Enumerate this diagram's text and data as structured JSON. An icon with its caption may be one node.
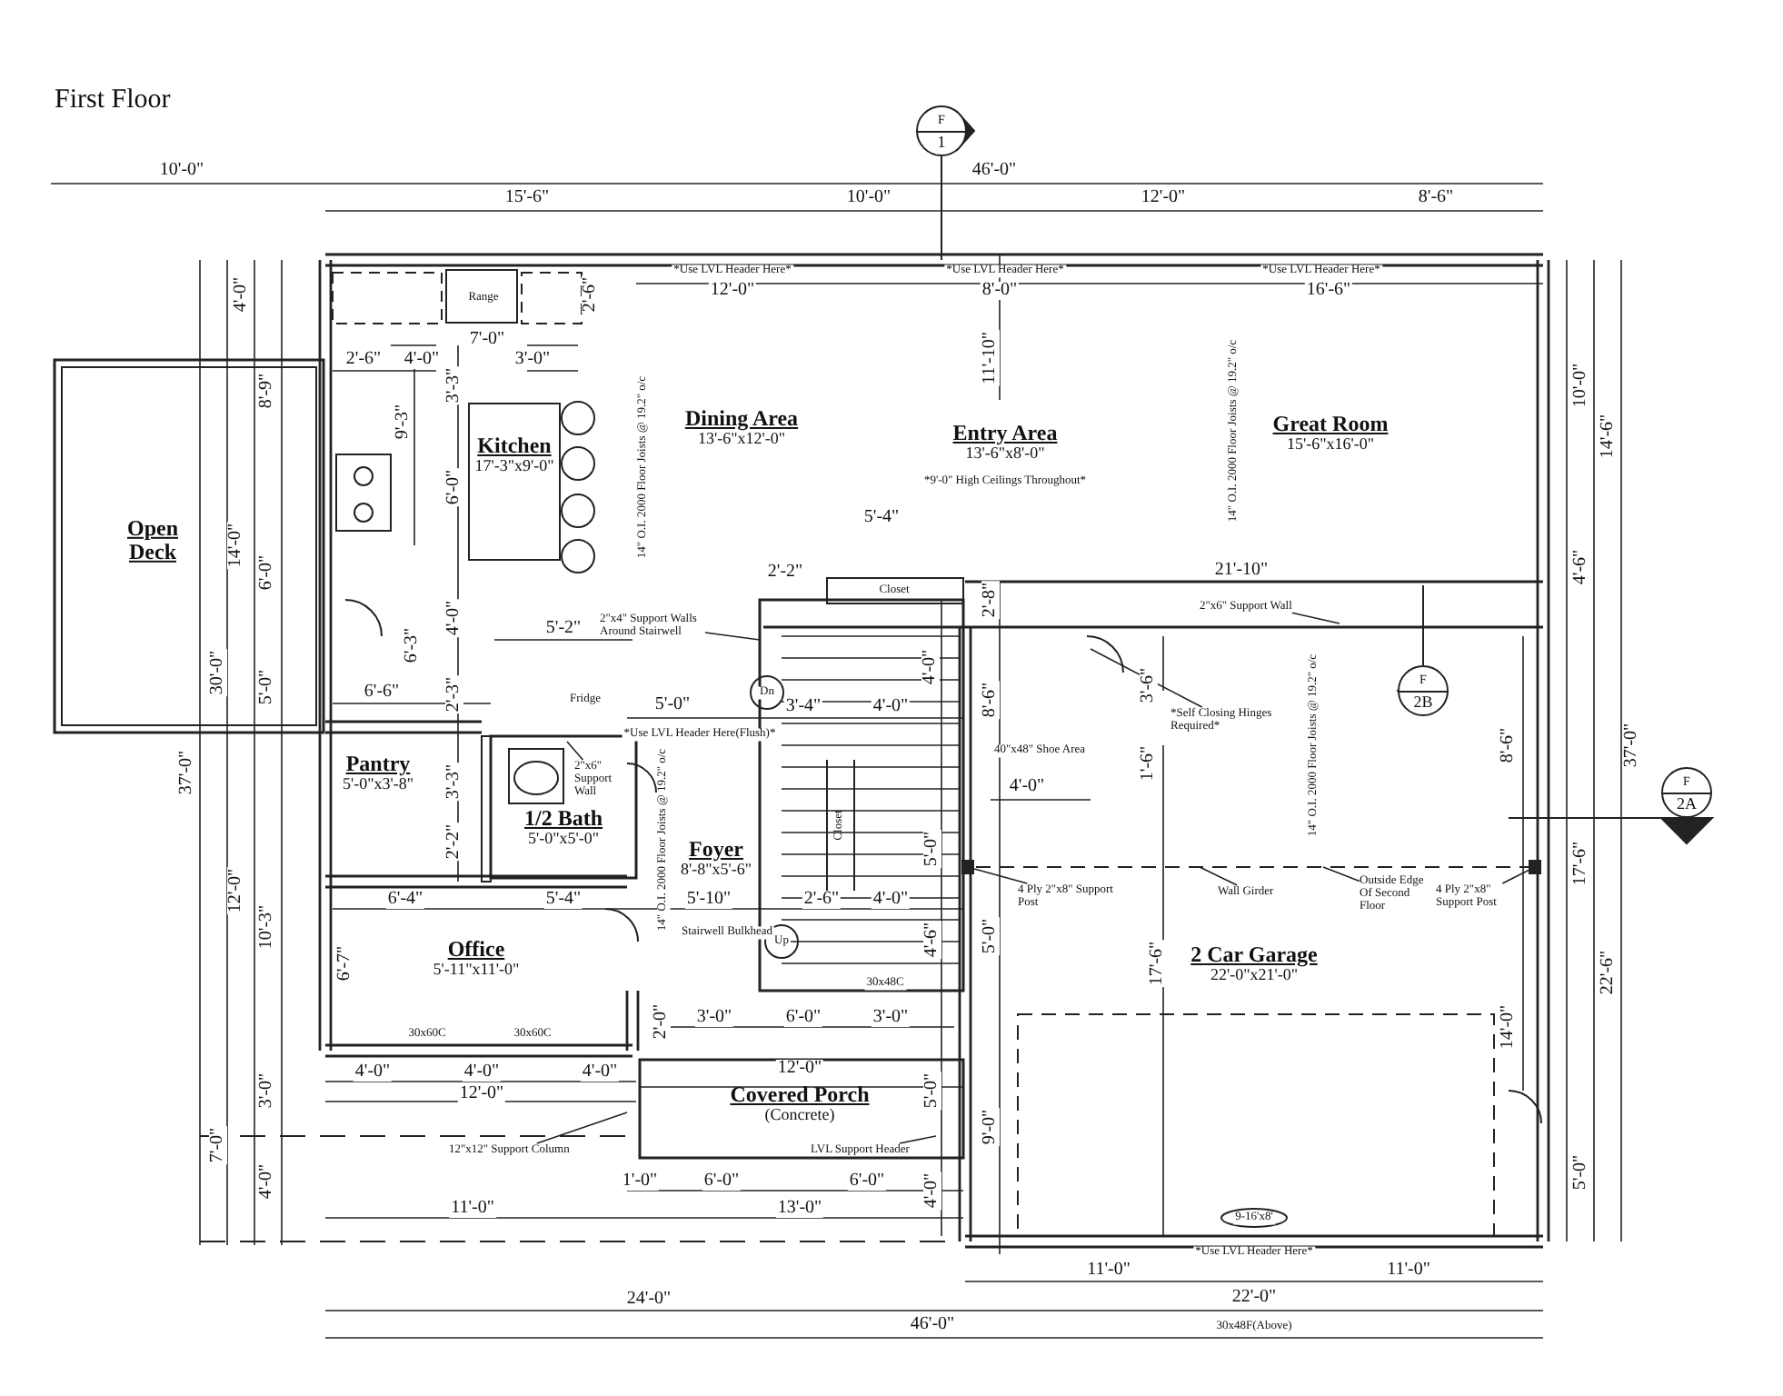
{
  "diagram": {
    "title": "First Floor",
    "nodes": [
      {
        "text": [
          "Open Deck"
        ]
      },
      {
        "text": [
          "Kitchen",
          "17'-3\"x9'-0\""
        ]
      },
      {
        "text": [
          "Dining Area",
          "13'-6\"x12'-0\""
        ]
      },
      {
        "text": [
          "Entry Area",
          "13'-6\"x8'-0\""
        ]
      },
      {
        "text": [
          "Great Room",
          "15'-6\"x16'-0\""
        ]
      },
      {
        "text": [
          "Closet"
        ]
      },
      {
        "text": [
          "Pantry",
          "5'-0\"x3'-8\""
        ]
      },
      {
        "text": [
          "Fridge"
        ]
      },
      {
        "text": [
          "1/2 Bath",
          "5'-0\"x5'-0\""
        ]
      },
      {
        "text": [
          "Foyer",
          "8'-8\"x5'-6\""
        ]
      },
      {
        "text": [
          "Closet"
        ]
      },
      {
        "text": [
          "Office",
          "5'-11\"x11'-0\""
        ]
      },
      {
        "text": [
          "2 Car Garage",
          "22'-0\"x21'-0\""
        ]
      },
      {
        "text": [
          "Covered Porch",
          "(Concrete)"
        ]
      },
      {
        "text": [
          "F",
          "1"
        ]
      },
      {
        "text": [
          "F",
          "2B"
        ]
      },
      {
        "text": [
          "F",
          "2A"
        ]
      },
      {
        "text": [
          "2\"x4\" Support Walls Around Stairwell"
        ]
      },
      {
        "text": [
          "2\"x6\" Support Wall"
        ]
      },
      {
        "text": [
          "*Self Closing Hinges Required*"
        ]
      },
      {
        "text": [
          "2\"x6\" Support Wall"
        ]
      },
      {
        "text": [
          "4 Ply 2\"x8\" Support Post"
        ]
      },
      {
        "text": [
          "Wall Girder"
        ]
      },
      {
        "text": [
          "Outside Edge Of Second Floor"
        ]
      },
      {
        "text": [
          "4 Ply 2\"x8\" Support Post"
        ]
      },
      {
        "text": [
          "12\"x12\" Support Column"
        ]
      },
      {
        "text": [
          "LVL Support Header"
        ]
      },
      {
        "text": [
          "Range"
        ]
      },
      {
        "text": [],
        "shape": "box"
      },
      {
        "text": [],
        "shape": "box"
      }
    ],
    "edges": [
      {
        "from": 17,
        "to": null,
        "arrow": "none"
      },
      {
        "from": 18,
        "to": null,
        "arrow": "none"
      },
      {
        "from": 19,
        "to": null,
        "arrow": "none"
      },
      {
        "from": 20,
        "to": null,
        "arrow": "none"
      },
      {
        "from": 21,
        "to": 28,
        "arrow": "none"
      },
      {
        "from": 22,
        "to": null,
        "arrow": "none"
      },
      {
        "from": 23,
        "to": null,
        "arrow": "none"
      },
      {
        "from": 24,
        "to": 29,
        "arrow": "none"
      },
      {
        "from": 25,
        "to": null,
        "arrow": "none"
      },
      {
        "from": 26,
        "to": null,
        "arrow": "none"
      }
    ],
    "labels": [
      "10'-0\"",
      "46'-0\"",
      "15'-6\"",
      "10'-0\"",
      "12'-0\"",
      "8'-6\"",
      "*Use LVL Header Here*",
      "*Use LVL Header Here*",
      "*Use LVL Header Here*",
      "4'-0\"",
      "2'-6\"",
      "12'-0\"",
      "8'-0\"",
      "16'-6\"",
      "8'-9\"",
      "2'-6\"",
      "9'-3\"",
      "4'-0\"",
      "3'-3\"",
      "7'-0\"",
      "3'-0\"",
      "11'-10\"",
      "10'-0\"",
      "6'-0\"",
      "14\" O.I. 2000 Floor Joists @ 19.2\" o/c",
      "*9'-0\" High Ceilings Throughout*",
      "14\" O.I. 2000 Floor Joists @ 19.2\" o/c",
      "14'-6\"",
      "14'-0\"",
      "6'-0\"",
      "4'-0\"",
      "5'-2\"",
      "2'-2\"",
      "5'-4\"",
      "2'-8\"",
      "21'-10\"",
      "4'-6\"",
      "30'-0\"",
      "5'-0\"",
      "6'-6\"",
      "6'-3\"",
      "2'-3\"",
      "5'-0\"",
      "Dn",
      "3'-4\"",
      "4'-0\"",
      "4'-0\"",
      "8'-6\"",
      "3'-6\"",
      "37'-0\"",
      "3'-3\"",
      "*Use LVL Header Here(Flush)*",
      "4'-0\"",
      "40\"x48\" Shoe Area",
      "1'-6\"",
      "14\" O.I. 2000 Floor Joists @ 19.2\" o/c",
      "8'-6\"",
      "37'-0\"",
      "2'-2\"",
      "14\" O.I. 2000 Floor Joists @ 19.2\" o/c",
      "5'-0\"",
      "17'-6\"",
      "12'-0\"",
      "6'-4\"",
      "5'-4\"",
      "5'-10\"",
      "2'-6\"",
      "4'-0\"",
      "10'-3\"",
      "6'-7\"",
      "Stairwell Bulkhead",
      "Up",
      "30x48C",
      "4'-6\"",
      "5'-0\"",
      "17'-6\"",
      "22'-6\"",
      "30x60C",
      "30x60C",
      "2'-0\"",
      "3'-0\"",
      "6'-0\"",
      "3'-0\"",
      "14'-0\"",
      "3'-0\"",
      "4'-0\"",
      "4'-0\"",
      "4'-0\"",
      "12'-0\"",
      "5'-0\"",
      "12'-0\"",
      "7'-0\"",
      "4'-0\"",
      "1'-0\"",
      "6'-0\"",
      "6'-0\"",
      "4'-0\"",
      "9'-0\"",
      "5'-0\"",
      "11'-0\"",
      "13'-0\"",
      "9-16'x8'",
      "*Use LVL Header Here*",
      "11'-0\"",
      "11'-0\"",
      "24'-0\"",
      "22'-0\"",
      "46'-0\"",
      "30x48F(Above)"
    ]
  }
}
